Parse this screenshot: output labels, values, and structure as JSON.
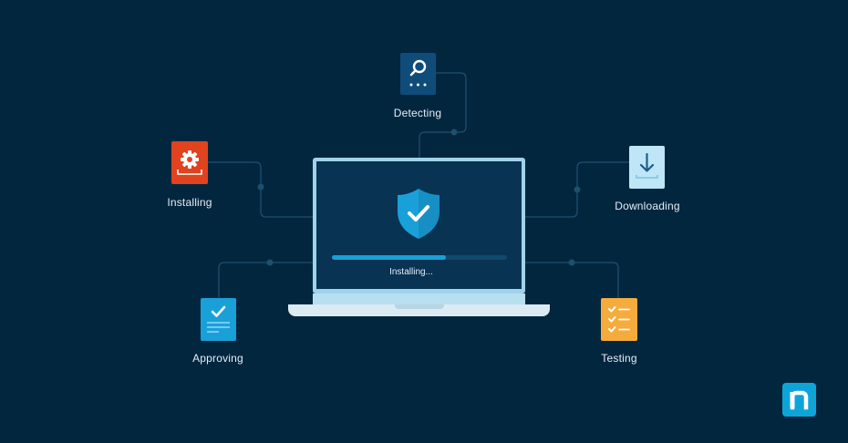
{
  "stages": {
    "detecting": {
      "label": "Detecting",
      "icon": "magnifier-icon",
      "color": "#0f4c7a"
    },
    "installing": {
      "label": "Installing",
      "icon": "gear-icon",
      "color": "#e0431d"
    },
    "downloading": {
      "label": "Downloading",
      "icon": "download-icon",
      "color": "#bfe6f6"
    },
    "approving": {
      "label": "Approving",
      "icon": "checklist-document-icon",
      "color": "#1aa0d8"
    },
    "testing": {
      "label": "Testing",
      "icon": "task-list-icon",
      "color": "#f5ac3d"
    }
  },
  "laptop": {
    "status_text": "Installing...",
    "progress": 0.65,
    "shield_icon": "shield-check-icon"
  },
  "brand": {
    "logo_icon": "n-logo-icon"
  },
  "colors": {
    "background": "#03263f",
    "connector": "#1e4f6e",
    "accent": "#1aa0d8"
  }
}
